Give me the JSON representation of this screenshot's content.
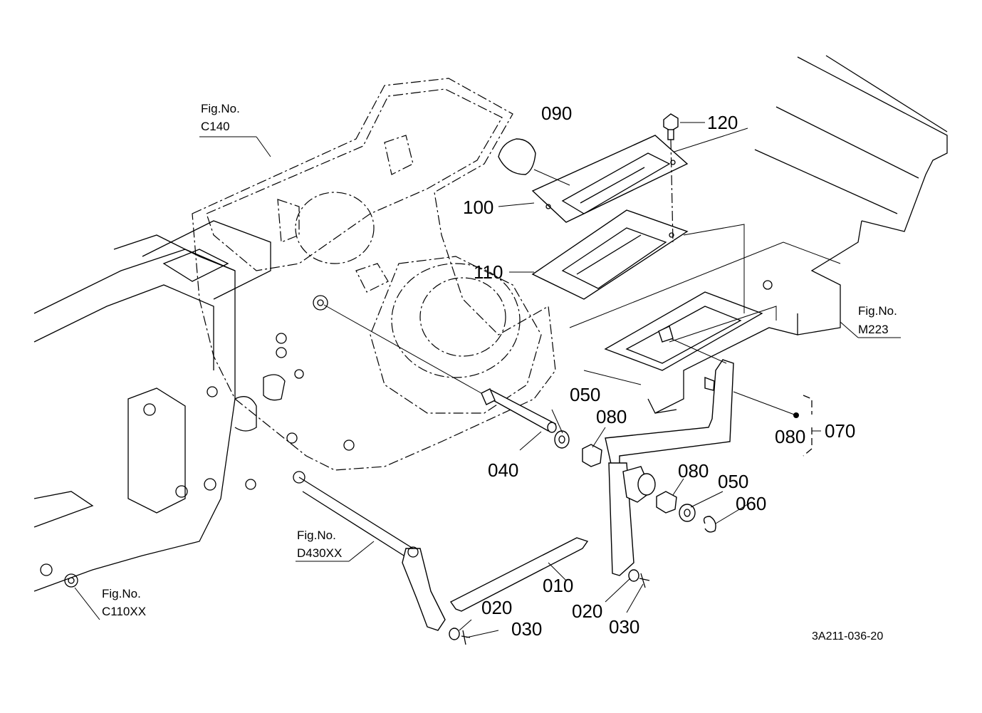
{
  "diagram": {
    "drawing_code": "3A211-036-20",
    "figure_refs": [
      {
        "title": "Fig.No.",
        "ref": "C140"
      },
      {
        "title": "Fig.No.",
        "ref": "M223"
      },
      {
        "title": "Fig.No.",
        "ref": "D430XX"
      },
      {
        "title": "Fig.No.",
        "ref": "C110XX"
      }
    ],
    "part_labels": {
      "p010": "010",
      "p020a": "020",
      "p020b": "020",
      "p030a": "030",
      "p030b": "030",
      "p040": "040",
      "p050a": "050",
      "p050b": "050",
      "p060": "060",
      "p070": "070",
      "p080a": "080",
      "p080b": "080",
      "p080c": "080",
      "p090": "090",
      "p100": "100",
      "p110": "110",
      "p120": "120"
    }
  }
}
